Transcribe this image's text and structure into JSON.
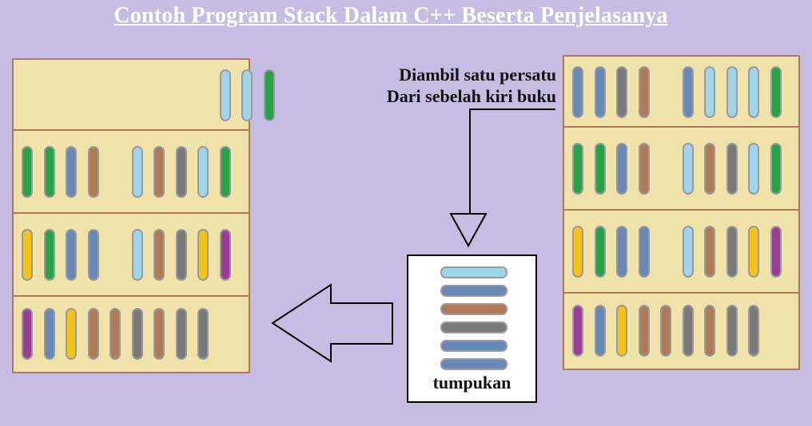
{
  "title": "Contoh Program Stack Dalam C++ Beserta Penjelasanya",
  "caption": {
    "line1": "Diambil satu persatu",
    "line2": "Dari sebelah kiri buku"
  },
  "stack_label": "tumpukan",
  "colors": {
    "background": "#c6bde3",
    "shelf": "#f0e3a9",
    "shelf_border": "#b07a55",
    "book_border": "#9a9aa0",
    "light_blue": "#9ed5ea",
    "green": "#24a445",
    "blue": "#6888b8",
    "brown": "#b07a55",
    "gray": "#7a7a7a",
    "yellow": "#f7c312",
    "purple": "#9b3d98"
  },
  "left_shelf": [
    [
      "",
      "",
      "",
      "",
      "",
      "",
      "",
      "",
      "",
      "light_blue",
      "light_blue",
      "green"
    ],
    [
      "green",
      "green",
      "blue",
      "brown",
      "",
      "light_blue",
      "brown",
      "gray",
      "light_blue",
      "green"
    ],
    [
      "yellow",
      "green",
      "blue",
      "blue",
      "",
      "light_blue",
      "brown",
      "gray",
      "yellow",
      "purple"
    ],
    [
      "purple",
      "blue",
      "yellow",
      "brown",
      "brown",
      "gray",
      "brown",
      "gray",
      "gray"
    ]
  ],
  "right_shelf": [
    [
      "blue",
      "blue",
      "gray",
      "brown",
      "",
      "blue",
      "light_blue",
      "light_blue",
      "light_blue",
      "green"
    ],
    [
      "green",
      "green",
      "blue",
      "brown",
      "",
      "light_blue",
      "brown",
      "gray",
      "light_blue",
      "green"
    ],
    [
      "yellow",
      "green",
      "blue",
      "blue",
      "",
      "light_blue",
      "brown",
      "gray",
      "yellow",
      "purple"
    ],
    [
      "purple",
      "blue",
      "yellow",
      "brown",
      "brown",
      "gray",
      "brown",
      "gray",
      "gray"
    ]
  ],
  "stack": [
    "light_blue",
    "blue",
    "brown",
    "gray",
    "blue",
    "blue"
  ]
}
